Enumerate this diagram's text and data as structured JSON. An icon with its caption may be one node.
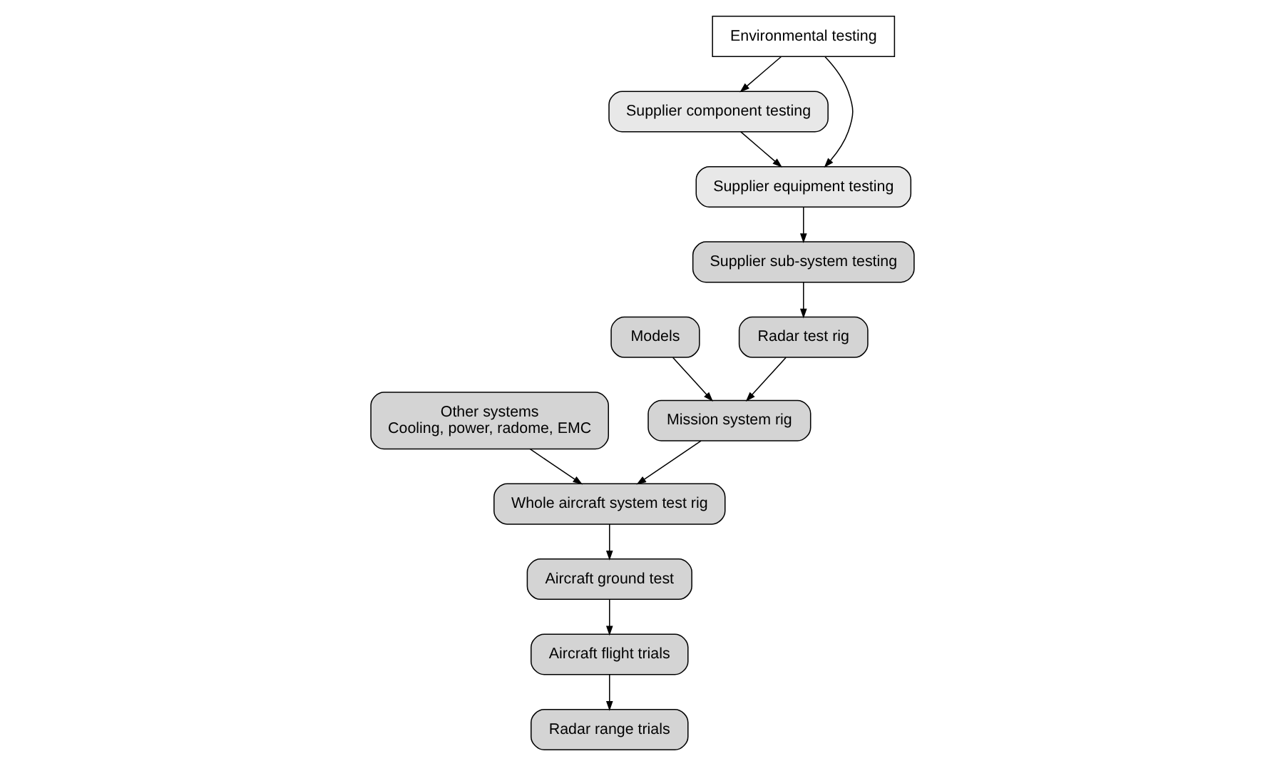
{
  "diagram": {
    "nodes": [
      {
        "text": [
          "Supplier component testing"
        ]
      },
      {
        "text": [
          "Supplier equipment testing"
        ]
      },
      {
        "text": [
          "Supplier sub-system testing"
        ]
      },
      {
        "text": [
          "Environmental testing"
        ]
      },
      {
        "text": [
          "Radar test rig"
        ]
      },
      {
        "text": [
          "Models"
        ]
      },
      {
        "text": [
          "Mission system rig"
        ]
      },
      {
        "text": [
          "Whole aircraft system test rig"
        ]
      },
      {
        "text": [
          "Aircraft ground test"
        ]
      },
      {
        "text": [
          "Aircraft flight trials"
        ]
      },
      {
        "text": [
          "Radar range trials"
        ]
      },
      {
        "text": [
          "Other systems",
          "Cooling, power, radome, EMC"
        ]
      }
    ],
    "edges": [
      {
        "from": 0,
        "to": 1,
        "arrow": "to"
      },
      {
        "from": 1,
        "to": 2,
        "arrow": "to"
      },
      {
        "from": 3,
        "to": 0,
        "arrow": "to"
      },
      {
        "from": 3,
        "to": 1,
        "arrow": "to"
      },
      {
        "from": 2,
        "to": 4,
        "arrow": "to"
      },
      {
        "from": 4,
        "to": 6,
        "arrow": "to"
      },
      {
        "from": 5,
        "to": 6,
        "arrow": "to"
      },
      {
        "from": 6,
        "to": 7,
        "arrow": "to"
      },
      {
        "from": 7,
        "to": 8,
        "arrow": "to"
      },
      {
        "from": 8,
        "to": 9,
        "arrow": "to"
      },
      {
        "from": 9,
        "to": 10,
        "arrow": "to"
      },
      {
        "from": 11,
        "to": 7,
        "arrow": "to"
      }
    ]
  }
}
